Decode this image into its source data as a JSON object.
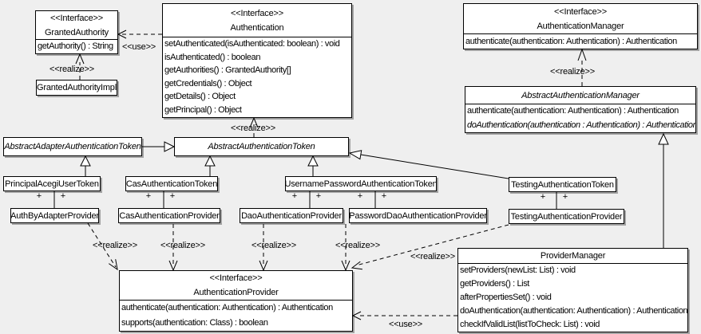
{
  "labels": {
    "interface": "<<Interface>>",
    "use": "<<use>>",
    "realize": "<<realize>>",
    "plus": "+"
  },
  "colors": {
    "background": "#efefef",
    "box_fill": "#ffffff",
    "line": "#000000",
    "shadow": "#a3a3a3"
  },
  "classes": {
    "granted_authority": {
      "stereotype": "<<Interface>>",
      "name": "GrantedAuthority",
      "methods": [
        "getAuthority() : String"
      ]
    },
    "granted_authority_impl": {
      "name": "GrantedAuthorityImpl"
    },
    "authentication": {
      "stereotype": "<<Interface>>",
      "name": "Authentication",
      "methods": [
        "setAuthenticated(isAuthenticated: boolean) : void",
        "isAuthenticated() : boolean",
        "getAuthorities() : GrantedAuthority[]",
        "getCredentials() : Object",
        "getDetails() : Object",
        "getPrincipal() : Object"
      ]
    },
    "authentication_manager": {
      "stereotype": "<<Interface>>",
      "name": "AuthenticationManager",
      "methods": [
        "authenticate(authentication: Authentication) : Authentication"
      ]
    },
    "abstract_authentication_manager": {
      "name": "AbstractAuthenticationManager",
      "methods": [
        "authenticate(authentication: Authentication) : Authentication",
        "doAuthentication(authentication : Authentication) : Authentication"
      ]
    },
    "abstract_adapter_authentication_token": {
      "name": "AbstractAdapterAuthenticationToken"
    },
    "abstract_authentication_token": {
      "name": "AbstractAuthenticationToken"
    },
    "principal_acegi_user_token": {
      "name": "PrincipalAcegiUserToken"
    },
    "cas_authentication_token": {
      "name": "CasAuthenticationToken"
    },
    "username_password_authentication_token": {
      "name": "UsernamePasswordAuthenticationToken"
    },
    "testing_authentication_token": {
      "name": "TestingAuthenticationToken"
    },
    "auth_by_adapter_provider": {
      "name": "AuthByAdapterProvider"
    },
    "cas_authentication_provider": {
      "name": "CasAuthenticationProvider"
    },
    "dao_authentication_provider": {
      "name": "DaoAuthenticationProvider"
    },
    "password_dao_authentication_provider": {
      "name": "PasswordDaoAuthenticationProvider"
    },
    "testing_authentication_provider": {
      "name": "TestingAuthenticationProvider"
    },
    "authentication_provider": {
      "stereotype": "<<Interface>>",
      "name": "AuthenticationProvider",
      "methods": [
        "authenticate(authentication: Authentication) : Authentication",
        "supports(authentication: Class) : boolean"
      ]
    },
    "provider_manager": {
      "name": "ProviderManager",
      "methods": [
        "setProviders(newList: List) : void",
        "getProviders() : List",
        "afterPropertiesSet() : void",
        "doAuthentication(authentication: Authentication) : Authentication",
        "checkIfValidList(listToCheck: List) : void"
      ]
    }
  }
}
